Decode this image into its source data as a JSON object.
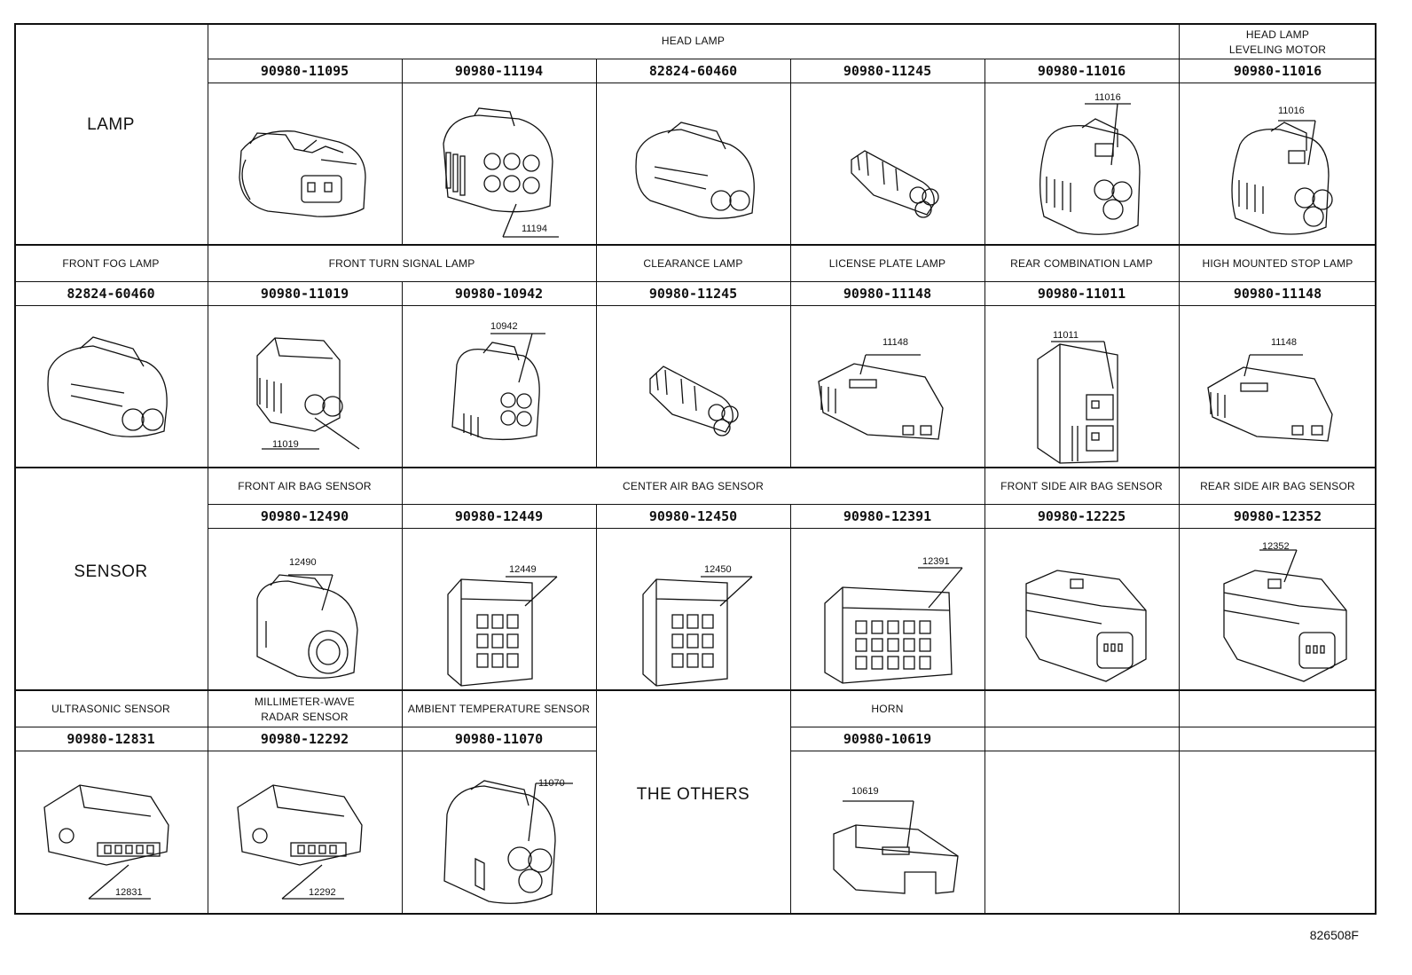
{
  "groups": {
    "lamp": "LAMP",
    "sensor": "SENSOR",
    "others": "THE OTHERS"
  },
  "row1": {
    "headers": {
      "head_lamp": "HEAD LAMP",
      "head_lamp_leveling_motor_line1": "HEAD LAMP",
      "head_lamp_leveling_motor_line2": "LEVELING MOTOR"
    },
    "parts": [
      "90980-11095",
      "90980-11194",
      "82824-60460",
      "90980-11245",
      "90980-11016",
      "90980-11016"
    ],
    "callouts": {
      "c2": "11194",
      "c5": "11016",
      "c6": "11016"
    }
  },
  "row2": {
    "headers": {
      "front_fog_lamp": "FRONT FOG LAMP",
      "front_turn_signal_lamp": "FRONT TURN SIGNAL LAMP",
      "clearance_lamp": "CLEARANCE LAMP",
      "license_plate_lamp": "LICENSE PLATE LAMP",
      "rear_combination_lamp": "REAR COMBINATION LAMP",
      "high_mounted_stop_lamp": "HIGH MOUNTED STOP LAMP"
    },
    "parts": [
      "82824-60460",
      "90980-11019",
      "90980-10942",
      "90980-11245",
      "90980-11148",
      "90980-11011",
      "90980-11148"
    ],
    "callouts": {
      "c2": "11019",
      "c3": "10942",
      "c5": "11148",
      "c6": "11011",
      "c7": "11148"
    }
  },
  "row3": {
    "headers": {
      "front_air_bag_sensor": "FRONT AIR BAG SENSOR",
      "center_air_bag_sensor": "CENTER AIR BAG SENSOR",
      "front_side_air_bag_sensor": "FRONT SIDE AIR BAG SENSOR",
      "rear_side_air_bag_sensor": "REAR SIDE AIR BAG SENSOR"
    },
    "parts": [
      "90980-12490",
      "90980-12449",
      "90980-12450",
      "90980-12391",
      "90980-12225",
      "90980-12352"
    ],
    "callouts": {
      "c2": "12490",
      "c3": "12449",
      "c4": "12450",
      "c5": "12391",
      "c7": "12352"
    }
  },
  "row4": {
    "headers": {
      "ultrasonic_sensor": "ULTRASONIC SENSOR",
      "millimeter_wave_line1": "MILLIMETER-WAVE",
      "millimeter_wave_line2": "RADAR SENSOR",
      "ambient_temperature_sensor": "AMBIENT TEMPERATURE SENSOR",
      "horn": "HORN"
    },
    "parts": [
      "90980-12831",
      "90980-12292",
      "90980-11070",
      "90980-10619"
    ],
    "callouts": {
      "c1": "12831",
      "c2": "12292",
      "c3": "11070",
      "c5": "10619"
    }
  },
  "footer": {
    "doc_id": "826508F"
  },
  "colors": {
    "line": "#111111",
    "background": "#ffffff"
  }
}
